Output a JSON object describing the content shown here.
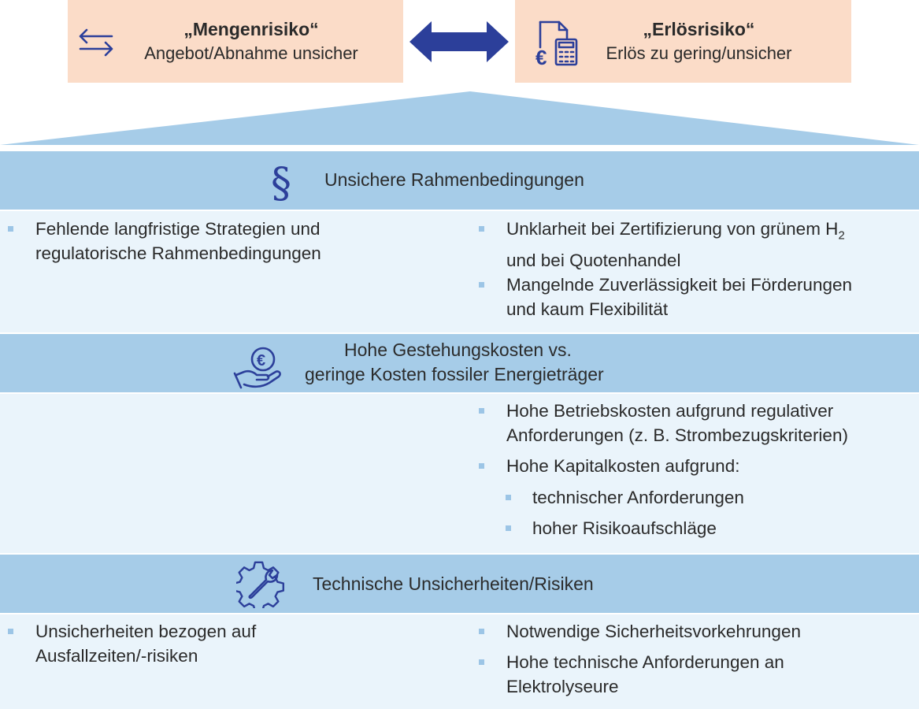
{
  "risks": {
    "left": {
      "title": "„Mengenrisiko“",
      "subtitle": "Angebot/Abnahme unsicher",
      "icon": "swap-arrows-icon"
    },
    "right": {
      "title": "„Erlösrisiko“",
      "subtitle": "Erlös zu gering/unsicher",
      "icon": "euro-calculator-icon"
    }
  },
  "sections": [
    {
      "heading": "Unsichere Rahmenbedingungen",
      "icon": "paragraph-icon",
      "left_bullets": [
        [
          "Fehlende langfristige Strategien und",
          "regulatorische Rahmenbedingungen"
        ]
      ],
      "right_bullets": [
        [
          "Unklarheit bei  Zertifizierung von grünem H",
          "und bei Quotenhandel"
        ],
        [
          "Mangelnde Zuverlässigkeit bei Förderungen",
          "und kaum Flexibilität"
        ]
      ],
      "subscript": "2"
    },
    {
      "heading_line1": "Hohe Gestehungskosten vs.",
      "heading_line2": "geringe Kosten fossiler Energieträger",
      "icon": "euro-hand-icon",
      "right_bullets": [
        [
          "Hohe Betriebskosten aufgrund regulativer",
          "Anforderungen (z. B. Strombezugskriterien)"
        ],
        [
          "Hohe Kapitalkosten aufgrund:"
        ]
      ],
      "sub_bullets": [
        "technischer Anforderungen",
        "hoher Risikoaufschläge"
      ]
    },
    {
      "heading": "Technische Unsicherheiten/Risiken",
      "icon": "gear-wrench-icon",
      "left_bullets": [
        [
          "Unsicherheiten bezogen auf",
          "Ausfallzeiten/-risiken"
        ]
      ],
      "right_bullets": [
        [
          "Notwendige Sicherheitsvorkehrungen"
        ],
        [
          "Hohe technische Anforderungen an",
          "Elektrolyseure"
        ]
      ]
    }
  ],
  "colors": {
    "risk_box": "#fbdcc8",
    "section_header": "#a6cce8",
    "section_body": "#eaf4fb",
    "icon_blue": "#2c3f9a",
    "bullet": "#9cc5e6"
  }
}
